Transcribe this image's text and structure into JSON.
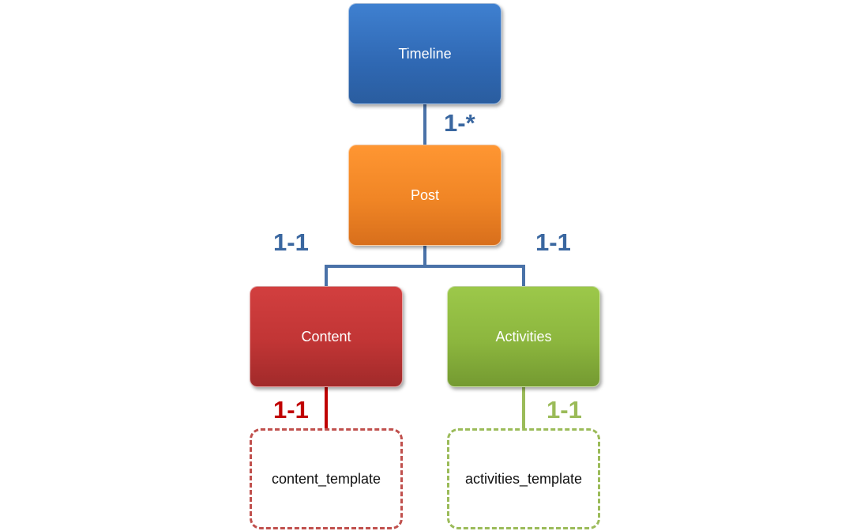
{
  "nodes": {
    "timeline": "Timeline",
    "post": "Post",
    "content": "Content",
    "activities": "Activities",
    "content_template": "content_template",
    "activities_template": "activities_template"
  },
  "multiplicities": {
    "timeline_post": "1-*",
    "post_content": "1-1",
    "post_activities": "1-1",
    "content_template": "1-1",
    "activities_template": "1-1"
  },
  "colors": {
    "timeline": "#2f68b3",
    "post": "#f08525",
    "content": "#c13535",
    "activities": "#8cb63e",
    "connector_blue": "#4a72a8",
    "connector_red": "#c00000",
    "connector_green": "#9bbb59"
  }
}
